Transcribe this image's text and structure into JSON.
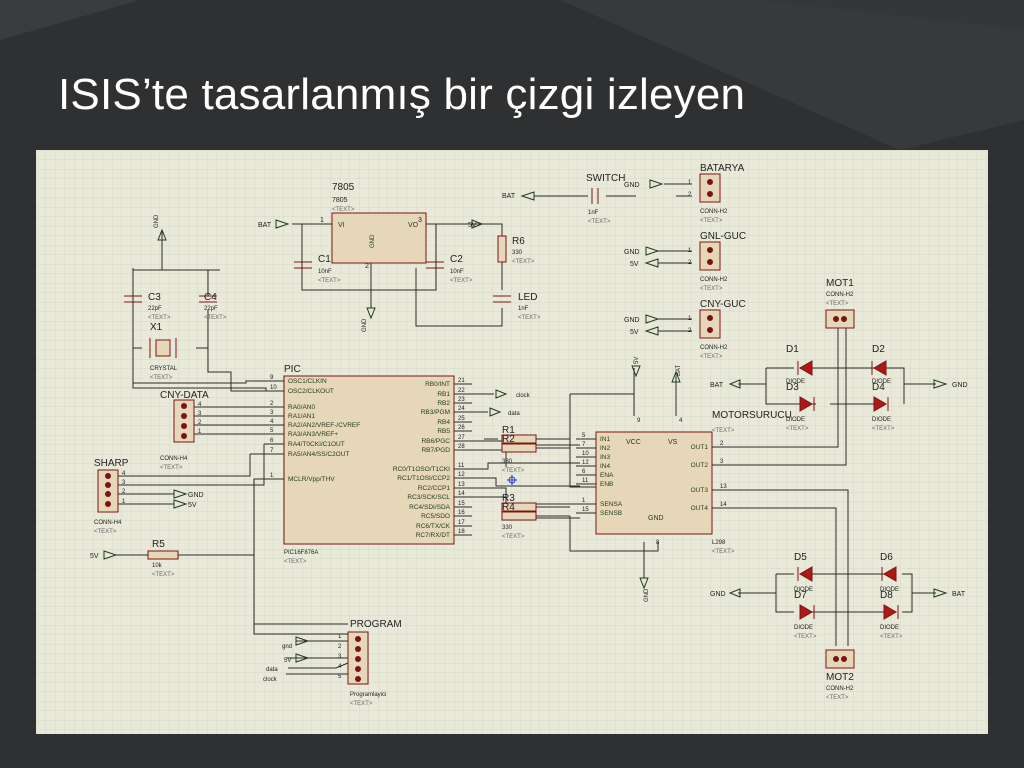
{
  "slide": {
    "title": "ISIS’te tasarlanmış bir çizgi izleyen"
  },
  "colors": {
    "background": "#2f3032",
    "canvas": "#e9e9da",
    "grid": "#c9c9b8",
    "wire": "#2a2a2a",
    "component": "#7a1414",
    "pin": "#1f3a1f",
    "value": "#222222"
  },
  "schematic": {
    "text_placeholder": "<TEXT>",
    "regulator": {
      "ref": "7805",
      "part": "7805",
      "pin_vi": "VI",
      "pin_vo": "VO",
      "pin_gnd": "GND",
      "pin1": "1",
      "pin2": "2",
      "pin3": "3"
    },
    "c1": {
      "ref": "C1",
      "value": "10nF"
    },
    "c2": {
      "ref": "C2",
      "value": "10nF"
    },
    "c3": {
      "ref": "C3",
      "value": "22pF"
    },
    "c4": {
      "ref": "C4",
      "value": "22pF"
    },
    "x1": {
      "ref": "X1",
      "value": "CRYSTAL"
    },
    "r6": {
      "ref": "R6",
      "value": "330"
    },
    "led": {
      "ref": "LED",
      "value": "1nF"
    },
    "sw": {
      "ref": "SWITCH",
      "value": "1nF"
    },
    "r1": {
      "ref": "R1",
      "value": "330"
    },
    "r2": {
      "ref": "R2"
    },
    "r3": {
      "ref": "R3",
      "value": "330"
    },
    "r4": {
      "ref": "R4"
    },
    "r5": {
      "ref": "R5",
      "value": "10k"
    },
    "terminals": {
      "bat": "BAT",
      "gnd": "GND",
      "v5": "5V",
      "gnd_lower": "gnd",
      "v5_pin": "5V",
      "clock": "clock",
      "data": "data"
    },
    "connectors": {
      "batarya": {
        "ref": "BATARYA",
        "part": "CONN-H2"
      },
      "gnl_guc": {
        "ref": "GNL-GUC",
        "part": "CONN-H2"
      },
      "cny_guc": {
        "ref": "CNY-GUC",
        "part": "CONN-H2"
      },
      "cny_data": {
        "ref": "CNY-DATA",
        "part": "CONN-H4"
      },
      "sharp": {
        "ref": "SHARP",
        "part": "CONN-H4"
      },
      "program": {
        "ref": "PROGRAM",
        "part": "Programlayici"
      },
      "mot1": {
        "ref": "MOT1",
        "part": "CONN-H2"
      },
      "mot2": {
        "ref": "MOT2",
        "part": "CONN-H2"
      }
    },
    "pic": {
      "ref": "PIC",
      "part": "PIC16F876A",
      "left_pins": [
        {
          "num": "9",
          "name": "OSC1/CLKIN"
        },
        {
          "num": "10",
          "name": "OSC2/CLKOUT"
        },
        {
          "num": "2",
          "name": "RA0/AN0"
        },
        {
          "num": "3",
          "name": "RA1/AN1"
        },
        {
          "num": "4",
          "name": "RA2/AN2/VREF-/CVREF"
        },
        {
          "num": "5",
          "name": "RA3/AN3/VREF+"
        },
        {
          "num": "6",
          "name": "RA4/T0CKI/C1OUT"
        },
        {
          "num": "7",
          "name": "RA5/AN4/SS/C2OUT"
        },
        {
          "num": "1",
          "name": "MCLR/Vpp/THV"
        }
      ],
      "right_pins": [
        {
          "num": "21",
          "name": "RB0/INT"
        },
        {
          "num": "22",
          "name": "RB1"
        },
        {
          "num": "23",
          "name": "RB2"
        },
        {
          "num": "24",
          "name": "RB3/PGM"
        },
        {
          "num": "25",
          "name": "RB4"
        },
        {
          "num": "26",
          "name": "RB5"
        },
        {
          "num": "27",
          "name": "RB6/PGC"
        },
        {
          "num": "28",
          "name": "RB7/PGD"
        },
        {
          "num": "11",
          "name": "RC0/T1OSO/T1CKI"
        },
        {
          "num": "12",
          "name": "RC1/T1OSI/CCP2"
        },
        {
          "num": "13",
          "name": "RC2/CCP1"
        },
        {
          "num": "14",
          "name": "RC3/SCK/SCL"
        },
        {
          "num": "15",
          "name": "RC4/SDI/SDA"
        },
        {
          "num": "16",
          "name": "RC5/SDO"
        },
        {
          "num": "17",
          "name": "RC6/TX/CK"
        },
        {
          "num": "18",
          "name": "RC7/RX/DT"
        }
      ]
    },
    "l298": {
      "ref": "MOTORSURUCU",
      "part": "L298",
      "pin_vcc": "VCC",
      "pin_vs": "VS",
      "pin_gnd": "GND",
      "top9": "9",
      "top4": "4",
      "bottom8": "8",
      "left_pins": [
        {
          "num": "5",
          "name": "IN1"
        },
        {
          "num": "7",
          "name": "IN2"
        },
        {
          "num": "10",
          "name": "IN3"
        },
        {
          "num": "12",
          "name": "IN4"
        },
        {
          "num": "6",
          "name": "ENA"
        },
        {
          "num": "11",
          "name": "ENB"
        },
        {
          "num": "1",
          "name": "SENSA"
        },
        {
          "num": "15",
          "name": "SENSB"
        }
      ],
      "right_pins": [
        {
          "num": "2",
          "name": "OUT1"
        },
        {
          "num": "3",
          "name": "OUT2"
        },
        {
          "num": "13",
          "name": "OUT3"
        },
        {
          "num": "14",
          "name": "OUT4"
        }
      ]
    },
    "diodes": {
      "d1": "D1",
      "d2": "D2",
      "d3": "D3",
      "d4": "D4",
      "d5": "D5",
      "d6": "D6",
      "d7": "D7",
      "d8": "D8",
      "part": "DIODE"
    },
    "pin_numbers": {
      "one": "1",
      "two": "2",
      "three": "3",
      "four": "4",
      "five": "5"
    }
  }
}
